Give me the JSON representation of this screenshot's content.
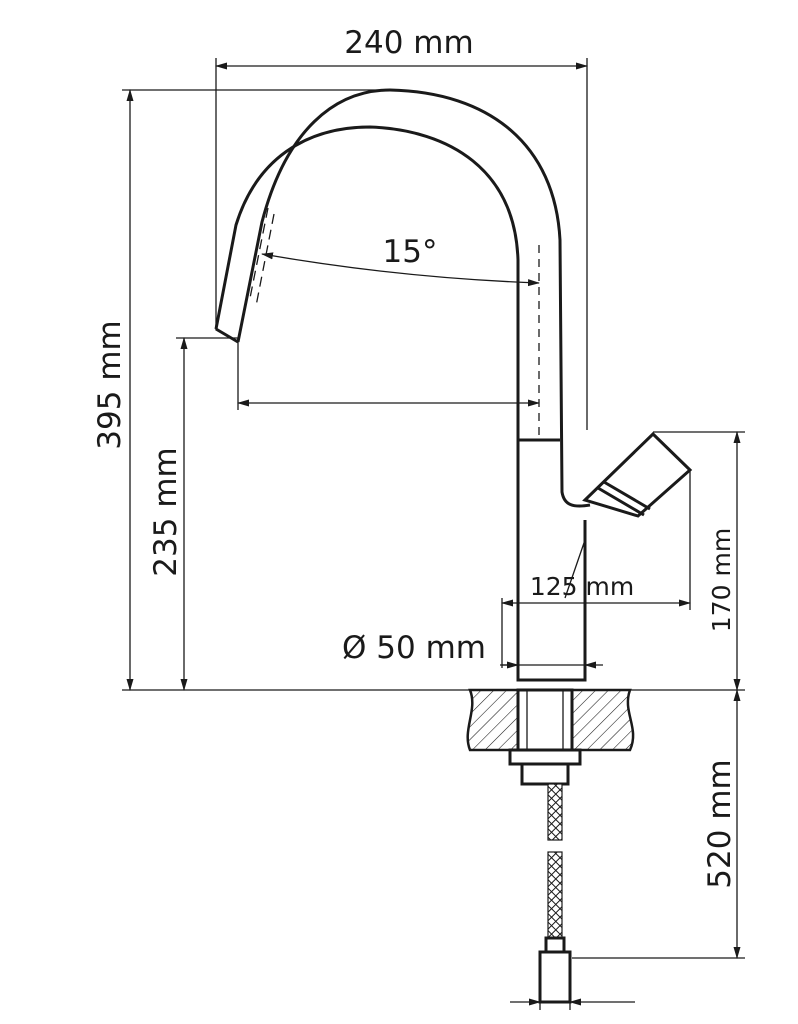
{
  "dimensions": {
    "spout_reach": "240 mm",
    "total_height": "395 mm",
    "spout_height": "235 mm",
    "swivel_angle": "15°",
    "handle_reach": "125 mm",
    "handle_height": "170 mm",
    "body_diameter": "Ø 50 mm",
    "hose_length": "520 mm"
  },
  "colors": {
    "line": "#1a1a1a",
    "background": "#ffffff"
  }
}
